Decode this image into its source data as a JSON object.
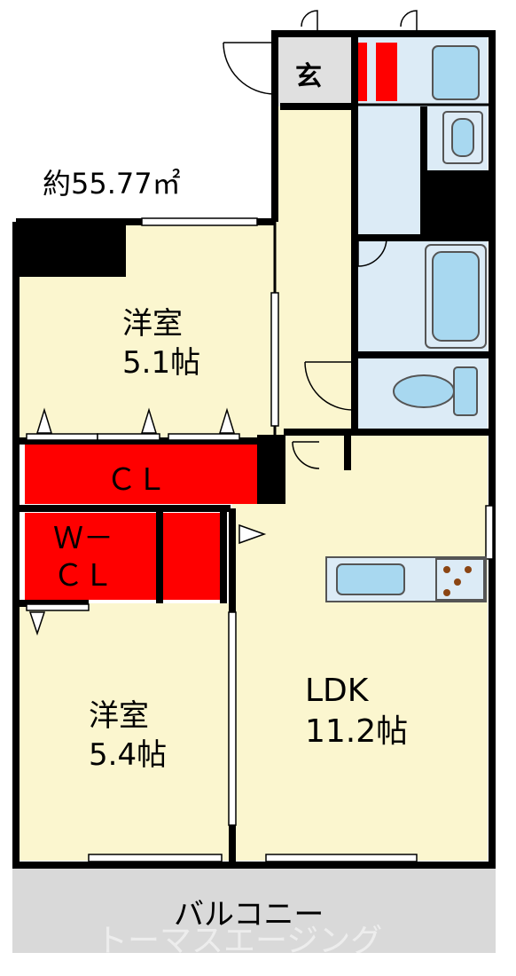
{
  "area": "約55.77㎡",
  "entrance": "玄",
  "rooms": {
    "western_room_1": {
      "name": "洋室",
      "size": "5.1帖"
    },
    "western_room_2": {
      "name": "洋室",
      "size": "5.4帖"
    },
    "ldk": {
      "name": "LDK",
      "size": "11.2帖"
    }
  },
  "closets": {
    "cl": "ＣＬ",
    "wcl_line1": "Ｗ－",
    "wcl_line2": "ＣＬ"
  },
  "balcony": "バルコニー",
  "watermark": "トーマスエージング",
  "colors": {
    "room_floor": "#fbf6cf",
    "wet_area": "#dcebf6",
    "closet": "#ff0000",
    "wall": "#000000",
    "balcony": "#d9d9d9",
    "entrance_floor": "#e0e0e0",
    "fixture": "#a8d8f0"
  }
}
